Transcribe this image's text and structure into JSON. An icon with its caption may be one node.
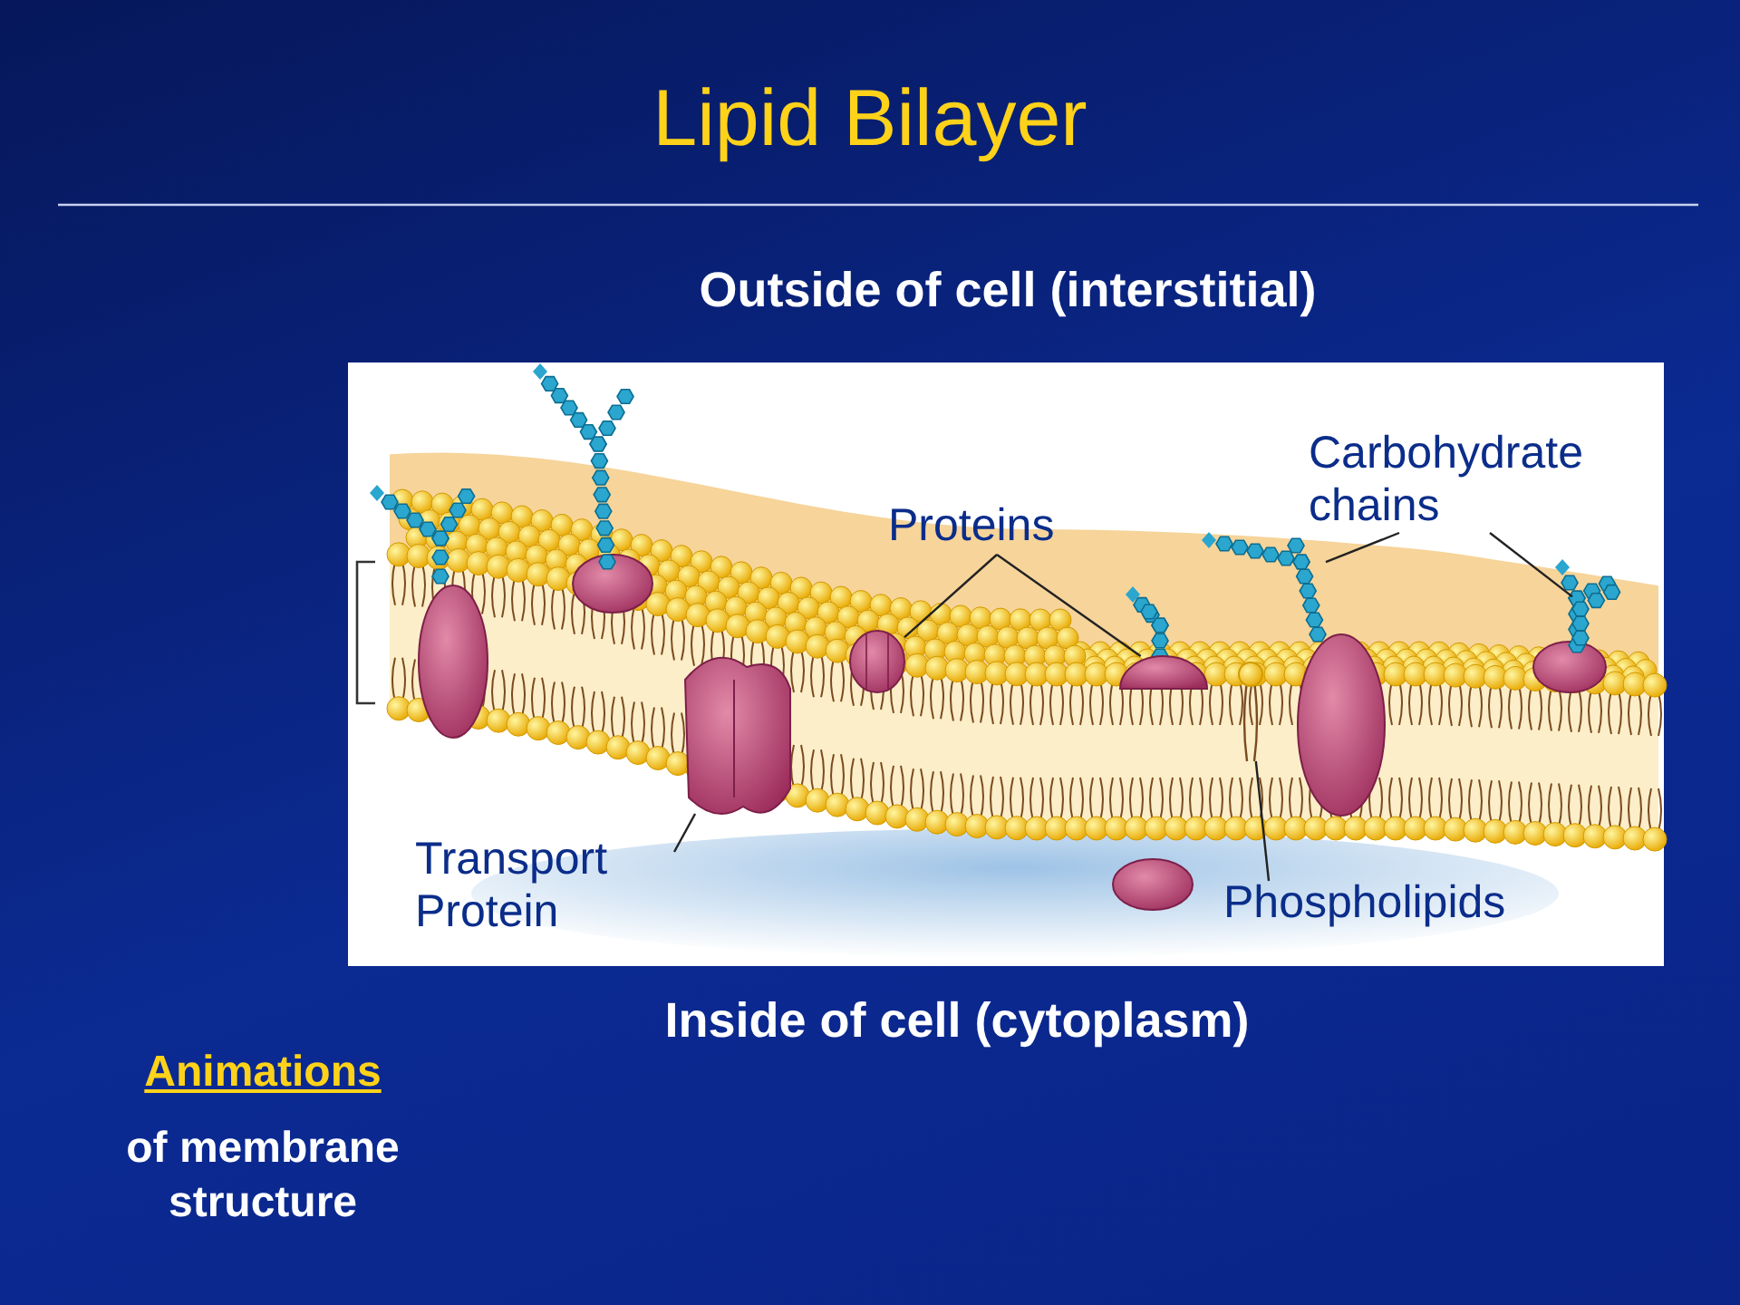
{
  "diagram": {
    "title": "Lipid Bilayer",
    "nodes": [
      {
        "text": [
          "Proteins"
        ]
      },
      {
        "text": [],
        "shape": "circle"
      },
      {
        "text": [],
        "shape": "circle"
      },
      {
        "text": [
          "Carbohydrate chains"
        ]
      },
      {
        "text": [],
        "shape": "picture"
      },
      {
        "text": [],
        "shape": "picture"
      },
      {
        "text": [
          "Transport Protein"
        ]
      },
      {
        "text": [],
        "shape": "picture"
      },
      {
        "text": [
          "Phospholipids"
        ]
      },
      {
        "text": [],
        "shape": "picture"
      }
    ],
    "edges": [
      {
        "from": 0,
        "to": 1,
        "arrow": "none"
      },
      {
        "from": 0,
        "to": 2,
        "arrow": "none"
      },
      {
        "from": 3,
        "to": 4,
        "arrow": "none"
      },
      {
        "from": 3,
        "to": 5,
        "arrow": "none"
      },
      {
        "from": 6,
        "to": 7,
        "arrow": "none"
      },
      {
        "from": 8,
        "to": 9,
        "arrow": "none"
      }
    ],
    "labels": [
      "Outside of cell (interstitial)",
      "Inside of cell (cytoplasm)",
      "Animations",
      "of membrane structure"
    ]
  }
}
